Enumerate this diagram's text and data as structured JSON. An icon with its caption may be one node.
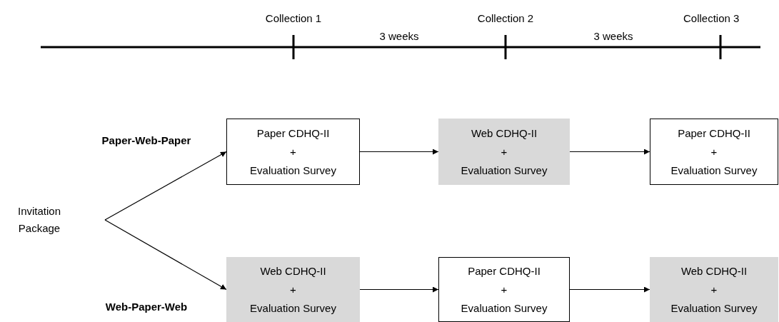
{
  "diagram": {
    "nodes": [
      {
        "text": [
          "Invitation Package"
        ]
      },
      {
        "text": [
          "Paper CDHQ-II",
          "+",
          "Evaluation Survey"
        ]
      },
      {
        "text": [
          "Web CDHQ-II",
          "+",
          "Evaluation Survey"
        ]
      },
      {
        "text": [
          "Paper CDHQ-II",
          "+",
          "Evaluation Survey"
        ]
      },
      {
        "text": [
          "Web CDHQ-II",
          "+",
          "Evaluation Survey"
        ]
      },
      {
        "text": [
          "Paper CDHQ-II",
          "+",
          "Evaluation Survey"
        ]
      },
      {
        "text": [
          "Web CDHQ-II",
          "+",
          "Evaluation Survey"
        ]
      }
    ],
    "edges": [
      {
        "from": 0,
        "to": 1,
        "arrow": "to"
      },
      {
        "from": 0,
        "to": 4,
        "arrow": "to"
      },
      {
        "from": 1,
        "to": 2,
        "arrow": "to"
      },
      {
        "from": 2,
        "to": 3,
        "arrow": "to"
      },
      {
        "from": 4,
        "to": 5,
        "arrow": "to"
      },
      {
        "from": 5,
        "to": 6,
        "arrow": "to"
      }
    ],
    "labels": [
      "Collection 1",
      "3 weeks",
      "Collection 2",
      "3 weeks",
      "Collection 3",
      "Paper-Web-Paper",
      "Web-Paper-Web"
    ]
  }
}
